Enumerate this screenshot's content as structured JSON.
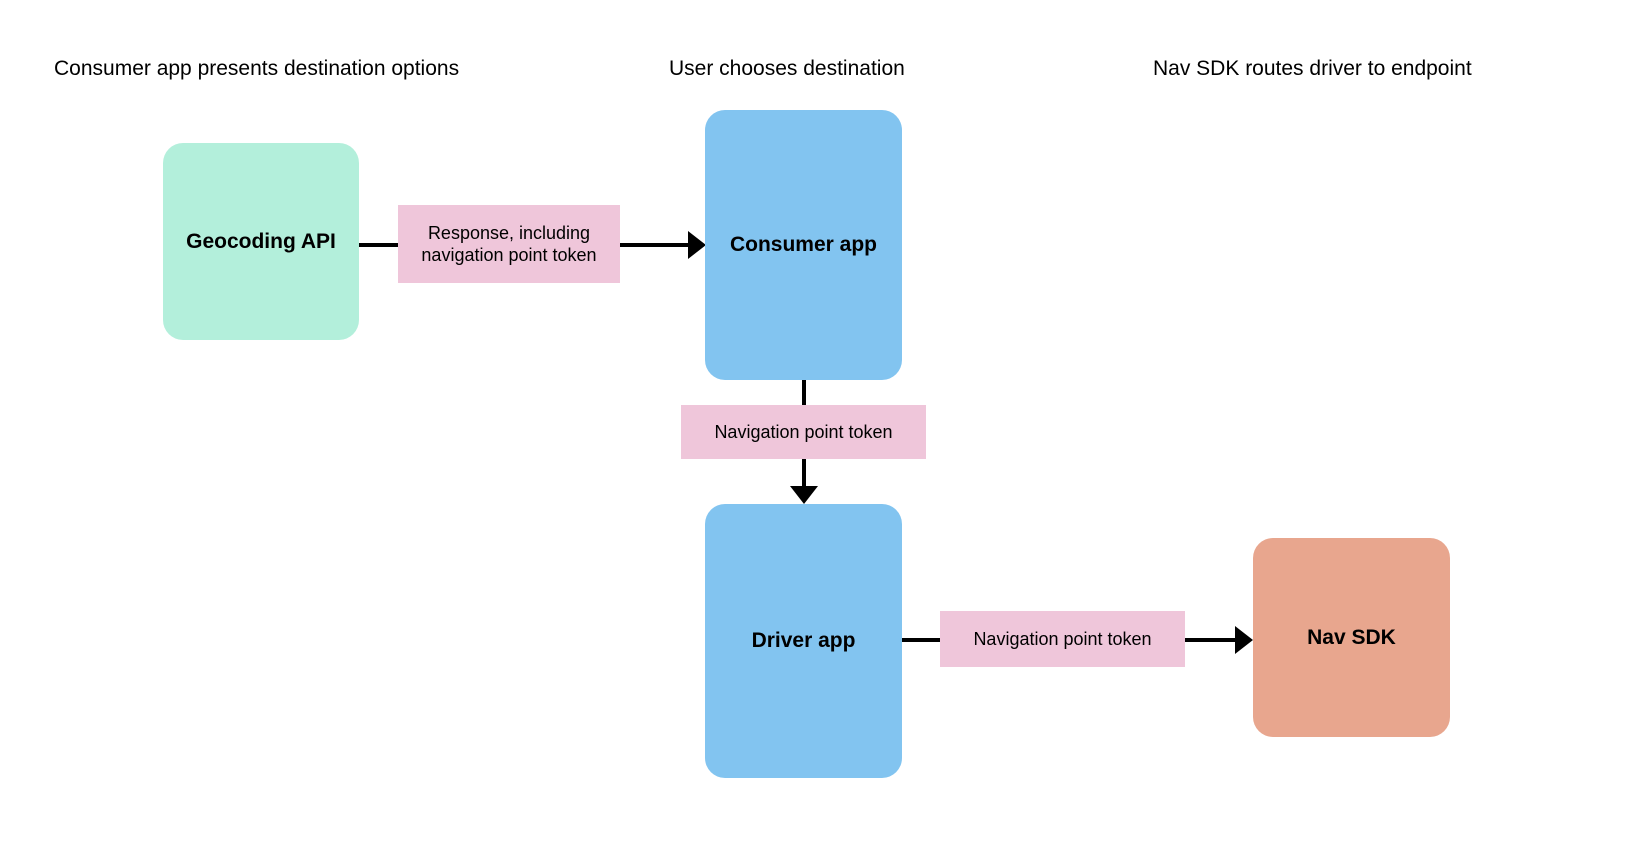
{
  "diagram": {
    "title_row": [
      {
        "id": "col-1",
        "text": "Consumer app presents destination options"
      },
      {
        "id": "col-2",
        "text": "User chooses destination"
      },
      {
        "id": "col-3",
        "text": "Nav SDK routes driver to endpoint"
      }
    ],
    "nodes": [
      {
        "id": "geocoding-api",
        "label": "Geocoding API",
        "color": "#B3EFDB"
      },
      {
        "id": "consumer-app",
        "label": "Consumer app",
        "color": "#82C4F0"
      },
      {
        "id": "driver-app",
        "label": "Driver app",
        "color": "#82C4F0"
      },
      {
        "id": "nav-sdk",
        "label": "Nav SDK",
        "color": "#E8A68E"
      }
    ],
    "edge_labels": [
      {
        "id": "response-token-label",
        "text": "Response, including navigation point token",
        "color": "#EFC6DA"
      },
      {
        "id": "nav-token-label-vertical",
        "text": "Navigation point token",
        "color": "#EFC6DA"
      },
      {
        "id": "nav-token-label-horizontal",
        "text": "Navigation point token",
        "color": "#EFC6DA"
      }
    ],
    "edges": [
      {
        "id": "geocoding-to-consumer",
        "from": "geocoding-api",
        "to": "consumer-app",
        "direction": "right"
      },
      {
        "id": "consumer-to-driver",
        "from": "consumer-app",
        "to": "driver-app",
        "direction": "down"
      },
      {
        "id": "driver-to-navsdk",
        "from": "driver-app",
        "to": "nav-sdk",
        "direction": "right"
      }
    ]
  }
}
